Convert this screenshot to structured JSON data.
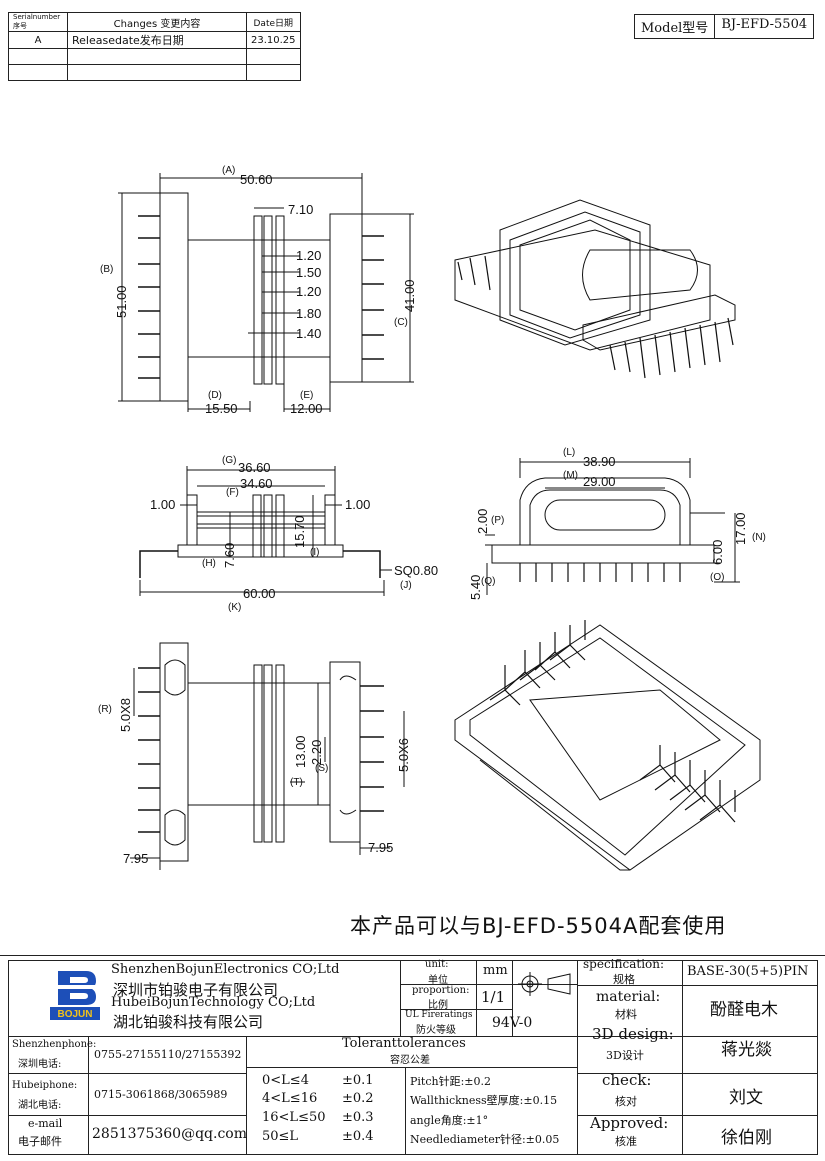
{
  "revision_table": {
    "headers": [
      "Serialnumber序号",
      "Changes 变更内容",
      "Date日期"
    ],
    "rows": [
      [
        "A",
        "Releasedate发布日期",
        "23.10.25"
      ],
      [
        "",
        "",
        ""
      ],
      [
        "",
        "",
        ""
      ]
    ]
  },
  "model": {
    "label": "Model型号",
    "value": "BJ-EFD-5504"
  },
  "dims": {
    "top": {
      "A": "(A)",
      "A_val": "50.60",
      "w1": "7.10",
      "s1": "1.20",
      "s2": "1.50",
      "s3": "1.20",
      "s4": "1.80",
      "s5": "1.40",
      "B": "(B)",
      "B_val": "51.00",
      "C": "(C)",
      "C_val": "41.00",
      "D": "(D)",
      "D_val": "15.50",
      "E": "(E)",
      "E_val": "12.00"
    },
    "side": {
      "G": "(G)",
      "G_val": "36.60",
      "F": "(F)",
      "F_val": "34.60",
      "l1": "1.00",
      "r1": "1.00",
      "H": "(H)",
      "H_val": "7.60",
      "I": "(I)",
      "I_val": "15.70",
      "J": "(J)",
      "J_val": "SQ0.80",
      "K": "(K)",
      "K_val": "60.00"
    },
    "front": {
      "L": "(L)",
      "L_val": "38.90",
      "M": "(M)",
      "M_val": "29.00",
      "P": "(P)",
      "P_val": "2.00",
      "N": "(N)",
      "N_val": "17.00",
      "O": "(O)",
      "O_val": "6.00",
      "Q": "(Q)",
      "Q_val": "5.40"
    },
    "bottom": {
      "R": "(R)",
      "R_val": "5.0X8",
      "T": "(T)",
      "T_val": "13.00",
      "S": "(S)",
      "S_val": "2.20",
      "right_val": "5.0X6",
      "bl": "7.95",
      "br": "7.95"
    }
  },
  "note": "本产品可以与BJ-EFD-5504A配套使用",
  "company": {
    "logo_text": "BOJUN",
    "lines": [
      "ShenzhenBojunElectronics CO;Ltd",
      "深圳市铂骏电子有限公司",
      "HubeiBojunTechnology CO;Ltd",
      "湖北铂骏科技有限公司"
    ]
  },
  "contacts": [
    {
      "label_en": "Shenzhenphone:",
      "label_cn": "深圳电话:",
      "value": "0755-27155110/27155392"
    },
    {
      "label_en": "Hubeiphone:",
      "label_cn": "湖北电话:",
      "value": "0715-3061868/3065989"
    },
    {
      "label_en": "e-mail",
      "label_cn": "电子邮件",
      "value": "2851375360@qq.com"
    }
  ],
  "unit": {
    "label_en": "unit:",
    "label_cn": "单位",
    "value": "mm"
  },
  "proportion": {
    "label_en": "proportion:",
    "label_cn": "比例",
    "value": "1/1"
  },
  "ul": {
    "label_en": "UL Fireratings",
    "label_cn": "防火等级",
    "value": "94V-0"
  },
  "tolerances": {
    "title_en": "Toleranttolerances",
    "title_cn": "容忍公差",
    "rows": [
      [
        "0<L≤4",
        "±0.1"
      ],
      [
        "4<L≤16",
        "±0.2"
      ],
      [
        "16<L≤50",
        "±0.3"
      ],
      [
        "50≤L",
        "±0.4"
      ]
    ],
    "notes": [
      "Pitch针距:±0.2",
      "Wallthickness壁厚度:±0.15",
      "angle角度:±1°",
      "Needlediameter针径:±0.05"
    ]
  },
  "spec": {
    "label_en": "specification:",
    "label_cn": "规格",
    "value": "BASE-30(5+5)PIN"
  },
  "material": {
    "label_en": "material:",
    "label_cn": "材料",
    "value": "酚醛电木"
  },
  "design": {
    "label_en": "3D design:",
    "label_cn": "3D设计",
    "value": "蒋光燚"
  },
  "check": {
    "label_en": "check:",
    "label_cn": "核对",
    "value": "刘文"
  },
  "approved": {
    "label_en": "Approved:",
    "label_cn": "核准",
    "value": "徐伯刚"
  }
}
